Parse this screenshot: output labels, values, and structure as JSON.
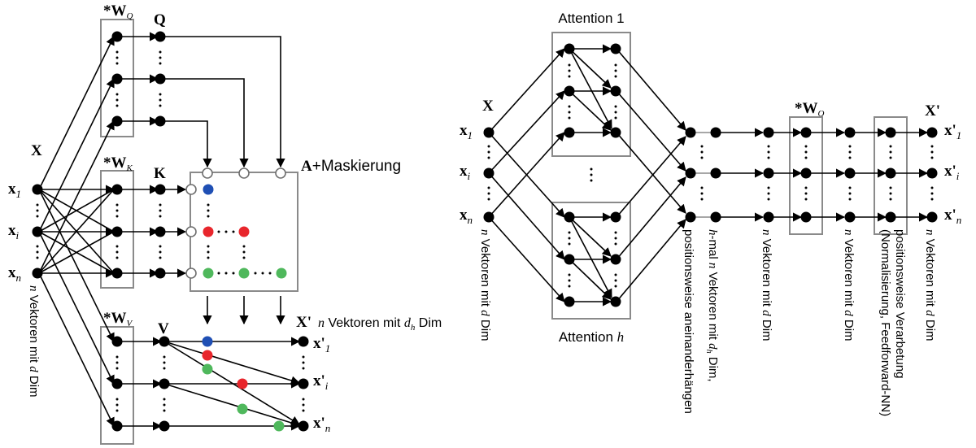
{
  "colors": {
    "ink": "#000000",
    "box": "#8a8a8a",
    "blue": "#1f4fb4",
    "red": "#e8262c",
    "green": "#4fb85c"
  },
  "left": {
    "wq_label": "*W",
    "wq_sub": "Q",
    "wk_label": "*W",
    "wk_sub": "K",
    "wv_label": "*W",
    "wv_sub": "V",
    "q_label": "Q",
    "k_label": "K",
    "v_label": "V",
    "x_label": "X",
    "a_label": "A",
    "a_suffix": "+Maskierung",
    "xp_label": "X'",
    "inputs": [
      {
        "main": "x",
        "sub": "1"
      },
      {
        "main": "x",
        "sub": "i"
      },
      {
        "main": "x",
        "sub": "n"
      }
    ],
    "outputs": [
      {
        "main": "x'",
        "sub": "1"
      },
      {
        "main": "x'",
        "sub": "i"
      },
      {
        "main": "x'",
        "sub": "n"
      }
    ],
    "vec_caption_var": "n",
    "vec_caption_rest": " Vektoren mit ",
    "vec_caption_dim": "d",
    "vec_caption_unit": " Dim",
    "vprime_caption_var": "n",
    "vprime_caption_text": " Vektoren mit ",
    "vprime_caption_dim": "d",
    "vprime_caption_dim_sub": "h",
    "vprime_caption_unit": " Dim"
  },
  "right": {
    "attention_top": "Attention 1",
    "attention_bottom_text": "Attention ",
    "attention_bottom_var": "h",
    "x_label": "X",
    "xp_label": "X'",
    "wo_label": "*W",
    "wo_sub": "O",
    "inputs": [
      {
        "main": "x",
        "sub": "1"
      },
      {
        "main": "x",
        "sub": "i"
      },
      {
        "main": "x",
        "sub": "n"
      }
    ],
    "outputs": [
      {
        "main": "x'",
        "sub": "1"
      },
      {
        "main": "x'",
        "sub": "i"
      },
      {
        "main": "x'",
        "sub": "n"
      }
    ],
    "captions": {
      "c1_var": "n",
      "c1_text": " Vektoren mit ",
      "c1_dim": "d",
      "c1_unit": " Dim",
      "c2_line1": "positionsweise aneinanderhängen",
      "c3_var": "h",
      "c3_text": "-mal ",
      "c3_var2": "n",
      "c3_text2": " Vektoren mit ",
      "c3_dim": "d",
      "c3_dim_sub": "h",
      "c3_unit": " Dim,",
      "c4_var": "n",
      "c4_text": " Vektoren mit ",
      "c4_dim": "d",
      "c4_unit": " Dim",
      "c5_var": "n",
      "c5_text": " Vektoren mit ",
      "c5_dim": "d",
      "c5_unit": " Dim",
      "c6_line1": "positionsweise Verarbetung",
      "c6_line2": "(Normalisierung, Feedforward-NN)",
      "c7_var": "n",
      "c7_text": " Vektoren mit ",
      "c7_dim": "d",
      "c7_unit": " Dim"
    }
  }
}
